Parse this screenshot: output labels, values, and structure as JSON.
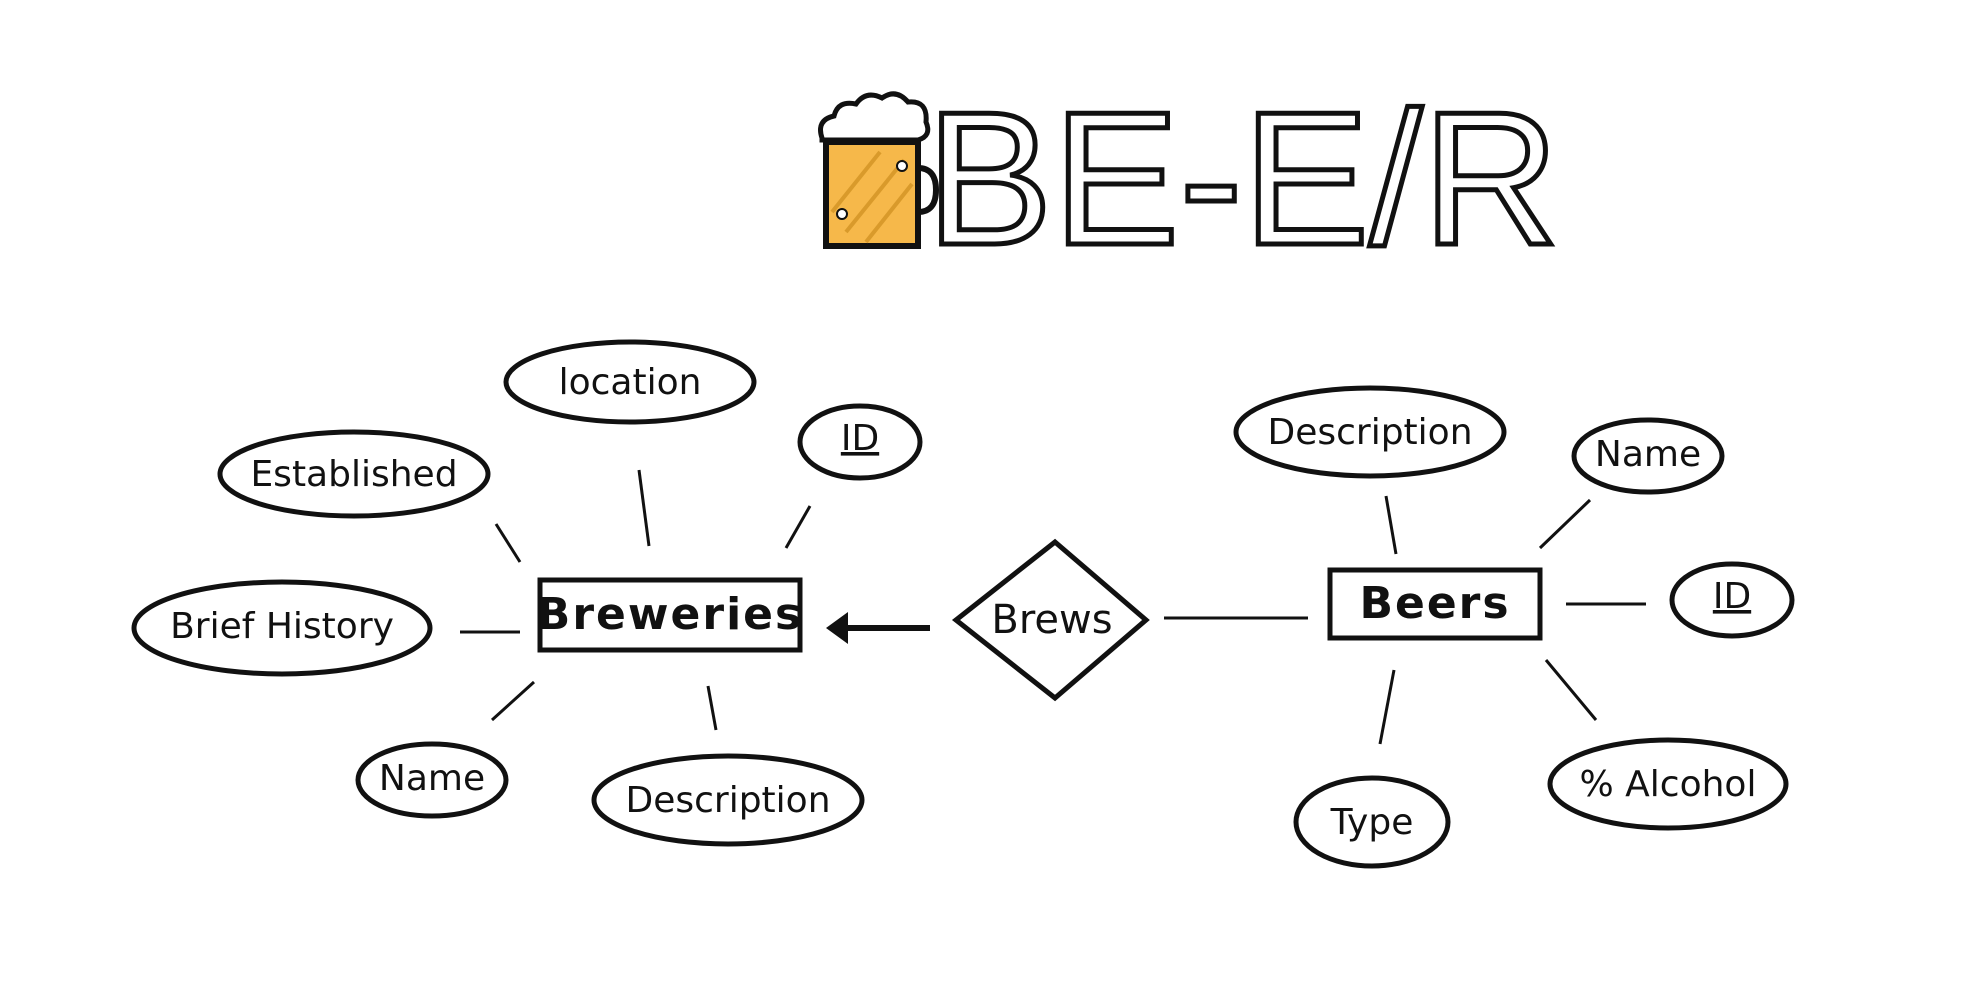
{
  "title": "BE-E/R",
  "title_icon": "beer-mug-icon",
  "colors": {
    "ink": "#111111",
    "beer": "#f6b84a",
    "foam": "#ffffff"
  },
  "entities": {
    "breweries": "Breweries",
    "beers": "Beers"
  },
  "relationship": {
    "label": "Brews"
  },
  "brewery_attributes": {
    "location": "location",
    "id": "ID",
    "established": "Established",
    "brief_history": "Brief History",
    "name": "Name",
    "description": "Description"
  },
  "beer_attributes": {
    "description": "Description",
    "name": "Name",
    "id": "ID",
    "alcohol": "% Alcohol",
    "type": "Type"
  }
}
